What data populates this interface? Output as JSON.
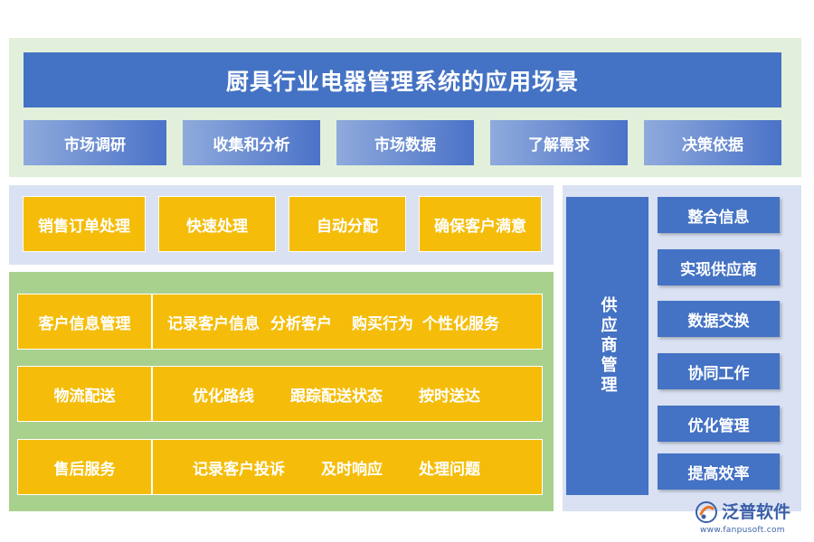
{
  "title": "厨具行业电器管理系统的应用场景",
  "topics": [
    "市场调研",
    "收集和分析",
    "市场数据",
    "了解需求",
    "决策依据"
  ],
  "order_steps": [
    "销售订单处理",
    "快速处理",
    "自动分配",
    "确保客户满意"
  ],
  "rows": [
    {
      "head": "客户信息管理",
      "items": [
        "记录客户信息",
        "分析客户",
        "购买行为",
        "个性化服务"
      ]
    },
    {
      "head": "物流配送",
      "items": [
        "优化路线",
        "跟踪配送状态",
        "按时送达"
      ]
    },
    {
      "head": "售后服务",
      "items": [
        "记录客户投诉",
        "及时响应",
        "处理问题"
      ]
    }
  ],
  "supplier": {
    "label": "供应商管理",
    "items": [
      "整合信息",
      "实现供应商",
      "数据交换",
      "协同工作",
      "优化管理",
      "提高效率"
    ]
  },
  "logo": {
    "name": "泛普软件",
    "url": "www.fanpusoft.com"
  },
  "colors": {
    "blue": "#4472c4",
    "yellow": "#f5bd0a",
    "light_green": "#e2efda",
    "green": "#a9d18e",
    "light_blue": "#d9e1f2"
  }
}
